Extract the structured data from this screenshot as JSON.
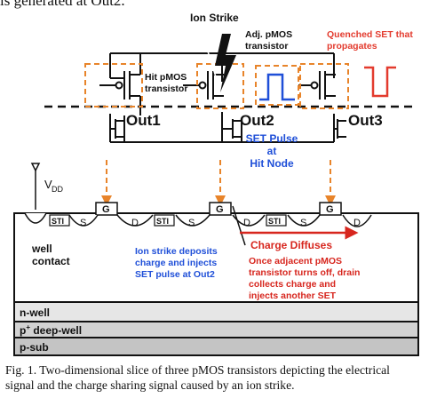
{
  "top_text": "is generated at Out2.",
  "labels": {
    "ion_strike": "Ion Strike",
    "hit_pmos_1": "Hit pMOS",
    "hit_pmos_2": "transistor",
    "adj_pmos_1": "Adj. pMOS",
    "adj_pmos_2": "transistor",
    "quenched_1": "Quenched SET that",
    "quenched_2": "propagates",
    "out1": "Out1",
    "out2": "Out2",
    "out3": "Out3",
    "set_pulse_1": "SET Pulse",
    "set_pulse_2": "at",
    "set_pulse_3": "Hit Node",
    "vdd_v": "V",
    "vdd_sub": "DD",
    "well_contact_1": "well",
    "well_contact_2": "contact",
    "ion_deposit_1": "Ion strike deposits",
    "ion_deposit_2": "charge and injects",
    "ion_deposit_3": "SET pulse at Out2",
    "charge_diffuses": "Charge Diffuses",
    "adjacent_1": "Once adjacent pMOS",
    "adjacent_2": "transistor turns off, drain",
    "adjacent_3": "collects charge and",
    "adjacent_4": "injects another SET",
    "n_well": "n-well",
    "p_deep_p": "p",
    "p_deep_sup": "+",
    "p_deep_rest": " deep-well",
    "p_sub": "p-sub",
    "sti": "STI",
    "s": "S",
    "g": "G",
    "d": "D"
  },
  "colors": {
    "orange": "#e8842a",
    "blue": "#1f4fd8",
    "red": "#e33b2e",
    "bold_red": "#d7261e",
    "gray": "#d2d2d2"
  },
  "caption": "Fig. 1. Two-dimensional slice of three pMOS transistors depicting the electrical signal and the charge sharing signal caused by an ion strike."
}
